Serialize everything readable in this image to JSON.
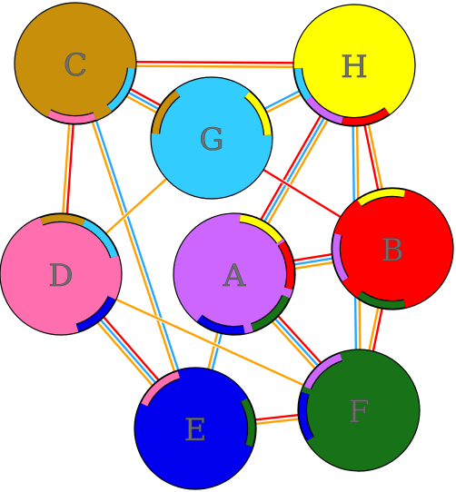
{
  "colors": {
    "background": "#ffffff",
    "outline": "#000000",
    "edge_red": "#ff0000",
    "edge_blue": "#2aa6ff",
    "edge_orange": "#ffa000",
    "edge_white": "#ffffff"
  },
  "nodes": [
    {
      "id": "A",
      "label": "A",
      "fill": "#cc66ff"
    },
    {
      "id": "B",
      "label": "B",
      "fill": "#ff0000"
    },
    {
      "id": "C",
      "label": "C",
      "fill": "#c8900a"
    },
    {
      "id": "D",
      "label": "D",
      "fill": "#ff6fb0"
    },
    {
      "id": "E",
      "label": "E",
      "fill": "#0000ee"
    },
    {
      "id": "F",
      "label": "F",
      "fill": "#187218"
    },
    {
      "id": "G",
      "label": "G",
      "fill": "#33ccff"
    },
    {
      "id": "H",
      "label": "H",
      "fill": "#ffff00"
    }
  ],
  "edges": [
    {
      "from": "A",
      "to": "B",
      "style": "red-blue-orange"
    },
    {
      "from": "A",
      "to": "E",
      "style": "blue-orange"
    },
    {
      "from": "A",
      "to": "F",
      "style": "red-blue-orange"
    },
    {
      "from": "A",
      "to": "H",
      "style": "red-blue-orange"
    },
    {
      "from": "B",
      "to": "F",
      "style": "red-orange"
    },
    {
      "from": "B",
      "to": "G",
      "style": "red"
    },
    {
      "from": "B",
      "to": "H",
      "style": "red-orange"
    },
    {
      "from": "C",
      "to": "D",
      "style": "red-orange"
    },
    {
      "from": "C",
      "to": "E",
      "style": "blue-orange"
    },
    {
      "from": "C",
      "to": "G",
      "style": "red-blue-orange"
    },
    {
      "from": "C",
      "to": "H",
      "style": "red-orange"
    },
    {
      "from": "D",
      "to": "E",
      "style": "red-blue-orange"
    },
    {
      "from": "D",
      "to": "F",
      "style": "orange"
    },
    {
      "from": "D",
      "to": "G",
      "style": "orange"
    },
    {
      "from": "E",
      "to": "F",
      "style": "red-orange"
    },
    {
      "from": "F",
      "to": "H",
      "style": "blue-orange"
    },
    {
      "from": "G",
      "to": "H",
      "style": "blue-orange"
    }
  ],
  "markers": [
    {
      "node": "A",
      "toward": "B",
      "color": "#ff0000"
    },
    {
      "node": "A",
      "toward": "E",
      "color": "#0000ee"
    },
    {
      "node": "A",
      "toward": "F",
      "color": "#187218"
    },
    {
      "node": "A",
      "toward": "H",
      "color": "#ffff00"
    },
    {
      "node": "B",
      "toward": "A",
      "color": "#cc66ff"
    },
    {
      "node": "B",
      "toward": "H",
      "color": "#ffff00"
    },
    {
      "node": "B",
      "toward": "F",
      "color": "#187218"
    },
    {
      "node": "C",
      "toward": "D",
      "color": "#ff6fb0"
    },
    {
      "node": "C",
      "toward": "G",
      "color": "#33ccff"
    },
    {
      "node": "D",
      "toward": "C",
      "color": "#c8900a"
    },
    {
      "node": "D",
      "toward": "E",
      "color": "#0000ee"
    },
    {
      "node": "D",
      "toward": "G",
      "color": "#33ccff"
    },
    {
      "node": "E",
      "toward": "D",
      "color": "#ff6fb0"
    },
    {
      "node": "E",
      "toward": "F",
      "color": "#187218"
    },
    {
      "node": "F",
      "toward": "A",
      "color": "#cc66ff"
    },
    {
      "node": "F",
      "toward": "E",
      "color": "#0000ee"
    },
    {
      "node": "G",
      "toward": "C",
      "color": "#c8900a"
    },
    {
      "node": "G",
      "toward": "H",
      "color": "#ffff00"
    },
    {
      "node": "H",
      "toward": "G",
      "color": "#33ccff"
    },
    {
      "node": "H",
      "toward": "A",
      "color": "#cc66ff"
    },
    {
      "node": "H",
      "toward": "B",
      "color": "#ff0000"
    }
  ]
}
